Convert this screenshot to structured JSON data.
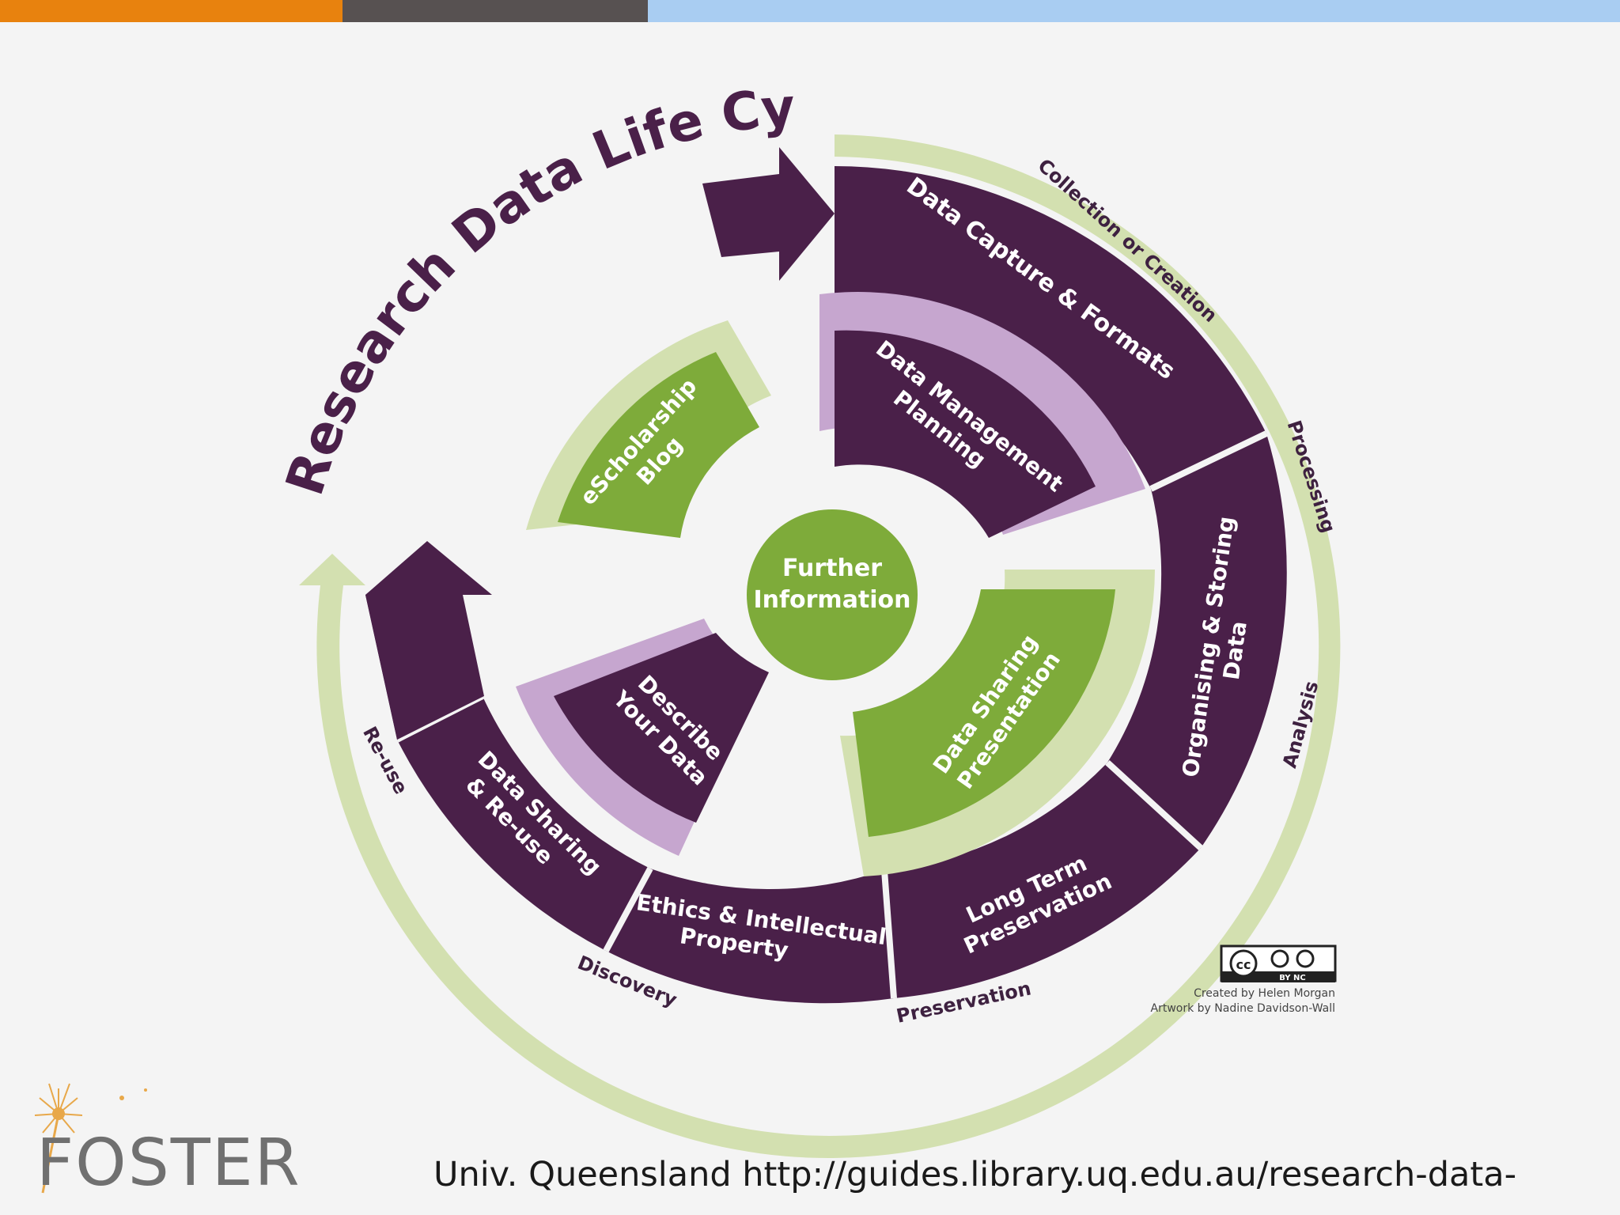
{
  "title": "Research Data Life Cycle",
  "center": {
    "line1": "Further",
    "line2": "Information"
  },
  "outer_ring_stages": [
    {
      "line1": "Data Capture & Formats",
      "line2": ""
    },
    {
      "line1": "Organising & Storing",
      "line2": "Data"
    },
    {
      "line1": "Long Term",
      "line2": "Preservation"
    },
    {
      "line1": "Ethics & Intellectual",
      "line2": "Property"
    },
    {
      "line1": "Data Sharing",
      "line2": "& Re-use"
    }
  ],
  "outer_arc_labels": [
    "Collection or Creation",
    "Processing",
    "Analysis",
    "Preservation",
    "Discovery",
    "Re-use"
  ],
  "inner_segments": [
    {
      "line1": "Data Management",
      "line2": "Planning"
    },
    {
      "line1": "Data Sharing",
      "line2": "Presentation"
    },
    {
      "line1": "Describe",
      "line2": "Your Data"
    },
    {
      "line1": "eScholarship",
      "line2": "Blog"
    }
  ],
  "license": {
    "badge": "BY NC",
    "line1": "Created by Helen Morgan",
    "line2": "Artwork by Nadine Davidson-Wall"
  },
  "logo": {
    "text": "FOSTER"
  },
  "caption": "Univ. Queensland http://guides.library.uq.edu.au/research-data-",
  "colors": {
    "purple_dark": "#4a2049",
    "purple_light": "#c6a6cf",
    "green": "#7eab3a",
    "green_light": "#d3e0b0",
    "orange": "#e8820e",
    "gray_dark": "#575151",
    "blue_light": "#a9cdf2"
  }
}
